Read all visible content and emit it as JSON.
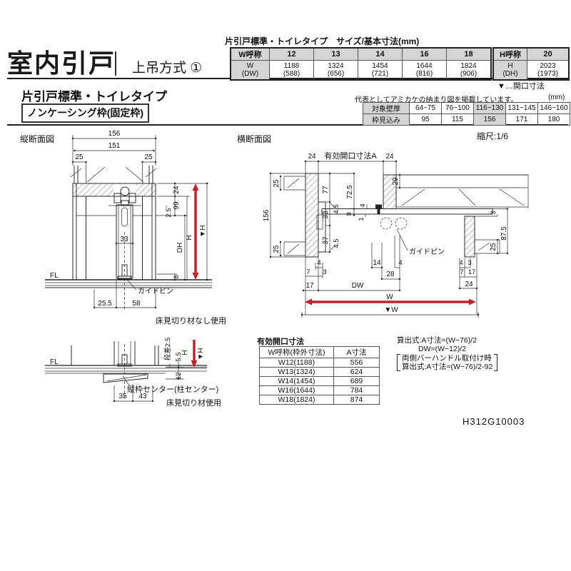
{
  "header": {
    "title": "室内引戸",
    "method": "上吊方式 ①",
    "type_title": "片引戸標準・トイレタイプ",
    "frame_label": "ノンケーシング枠(固定枠)"
  },
  "size_table": {
    "title": "片引戸標準・トイレタイプ　サイズ/基本寸法(mm)",
    "w_header": "W呼称",
    "w_cols": [
      "12",
      "13",
      "14",
      "16",
      "18"
    ],
    "w_label_main": "W",
    "w_label_sub": "(DW)",
    "w_main": [
      "1188",
      "1324",
      "1454",
      "1644",
      "1824"
    ],
    "w_sub": [
      "(588)",
      "(656)",
      "(721)",
      "(816)",
      "(906)"
    ],
    "h_header": "H呼称",
    "h_col": "20",
    "h_label_main": "H",
    "h_label_sub": "(DH)",
    "h_main": "2023",
    "h_sub": "(1973)",
    "opening_note": "▼…開口寸法"
  },
  "wall_table": {
    "note": "代表としてアミカケの納まり図を掲載しています。",
    "unit": "(mm)",
    "row1_label": "対象壁厚",
    "row2_label": "枠見込み",
    "ranges": [
      "64~75",
      "76~100",
      "116~130",
      "131~145",
      "146~160"
    ],
    "depths": [
      "95",
      "115",
      "156",
      "171",
      "180"
    ]
  },
  "scale_note": "縮尺:1/6",
  "vs": {
    "label": "縦断面図",
    "d156": "156",
    "d151": "151",
    "d25l": "25",
    "d25r": "25",
    "d24": "24",
    "d99": "99",
    "d2_5": "2.5",
    "d33": "33",
    "dDH": "DH",
    "dH": "H",
    "dHo": "▼H",
    "d8": "8",
    "fl": "FL",
    "guide_pin": "ガイドピン",
    "d25_5": "25.5",
    "d58": "58",
    "note": "床見切り材なし使用"
  },
  "hs": {
    "label": "横断面図",
    "d24l": "24",
    "opening": "有効開口寸法A",
    "d24r": "24",
    "d25t": "25",
    "d156": "156",
    "d25b": "25",
    "d77": "77",
    "d45t": "4.5",
    "d33": "33",
    "d37": "37",
    "d45b": "4.5",
    "d72_5": "72.5",
    "d9": "9",
    "d4t": "4",
    "d1": "1",
    "d29": "29",
    "d3r": "3",
    "d87_5": "87.5",
    "d25r": "25",
    "d4a": "4",
    "d7a": "7",
    "d3a": "3",
    "d17a": "17",
    "dDW": "DW",
    "d14": "14",
    "d4b": "4",
    "d28": "28",
    "d4c": "4",
    "d3b": "3",
    "d7b": "7",
    "d17b": "17",
    "d24b": "24",
    "dW": "W",
    "dWo": "▼W",
    "guide_pin": "ガイドピン"
  },
  "fd": {
    "step": "段差2.5",
    "d5_5": "5.5",
    "dH": "H",
    "dHo": "▼H",
    "d12": "12",
    "fl": "FL",
    "center": "縦枠センター(柱センター)",
    "d35": "35",
    "d43": "43",
    "note": "床見切り材使用"
  },
  "opening_table": {
    "title": "有効開口寸法",
    "col1": "W呼称(枠外寸法)",
    "col2": "A寸法",
    "rows": [
      {
        "w": "W12(1188)",
        "a": "556"
      },
      {
        "w": "W13(1324)",
        "a": "624"
      },
      {
        "w": "W14(1454)",
        "a": "689"
      },
      {
        "w": "W16(1644)",
        "a": "784"
      },
      {
        "w": "W18(1824)",
        "a": "874"
      }
    ]
  },
  "formulas": {
    "line1": "算出式:A寸法=(W−76)/2",
    "line2": "DW=(W−12)/2",
    "line3": "両側バーハンドル取付け時",
    "line4": "算出式:A寸法=(W−76)/2-92"
  },
  "part_number": "H312G10003"
}
